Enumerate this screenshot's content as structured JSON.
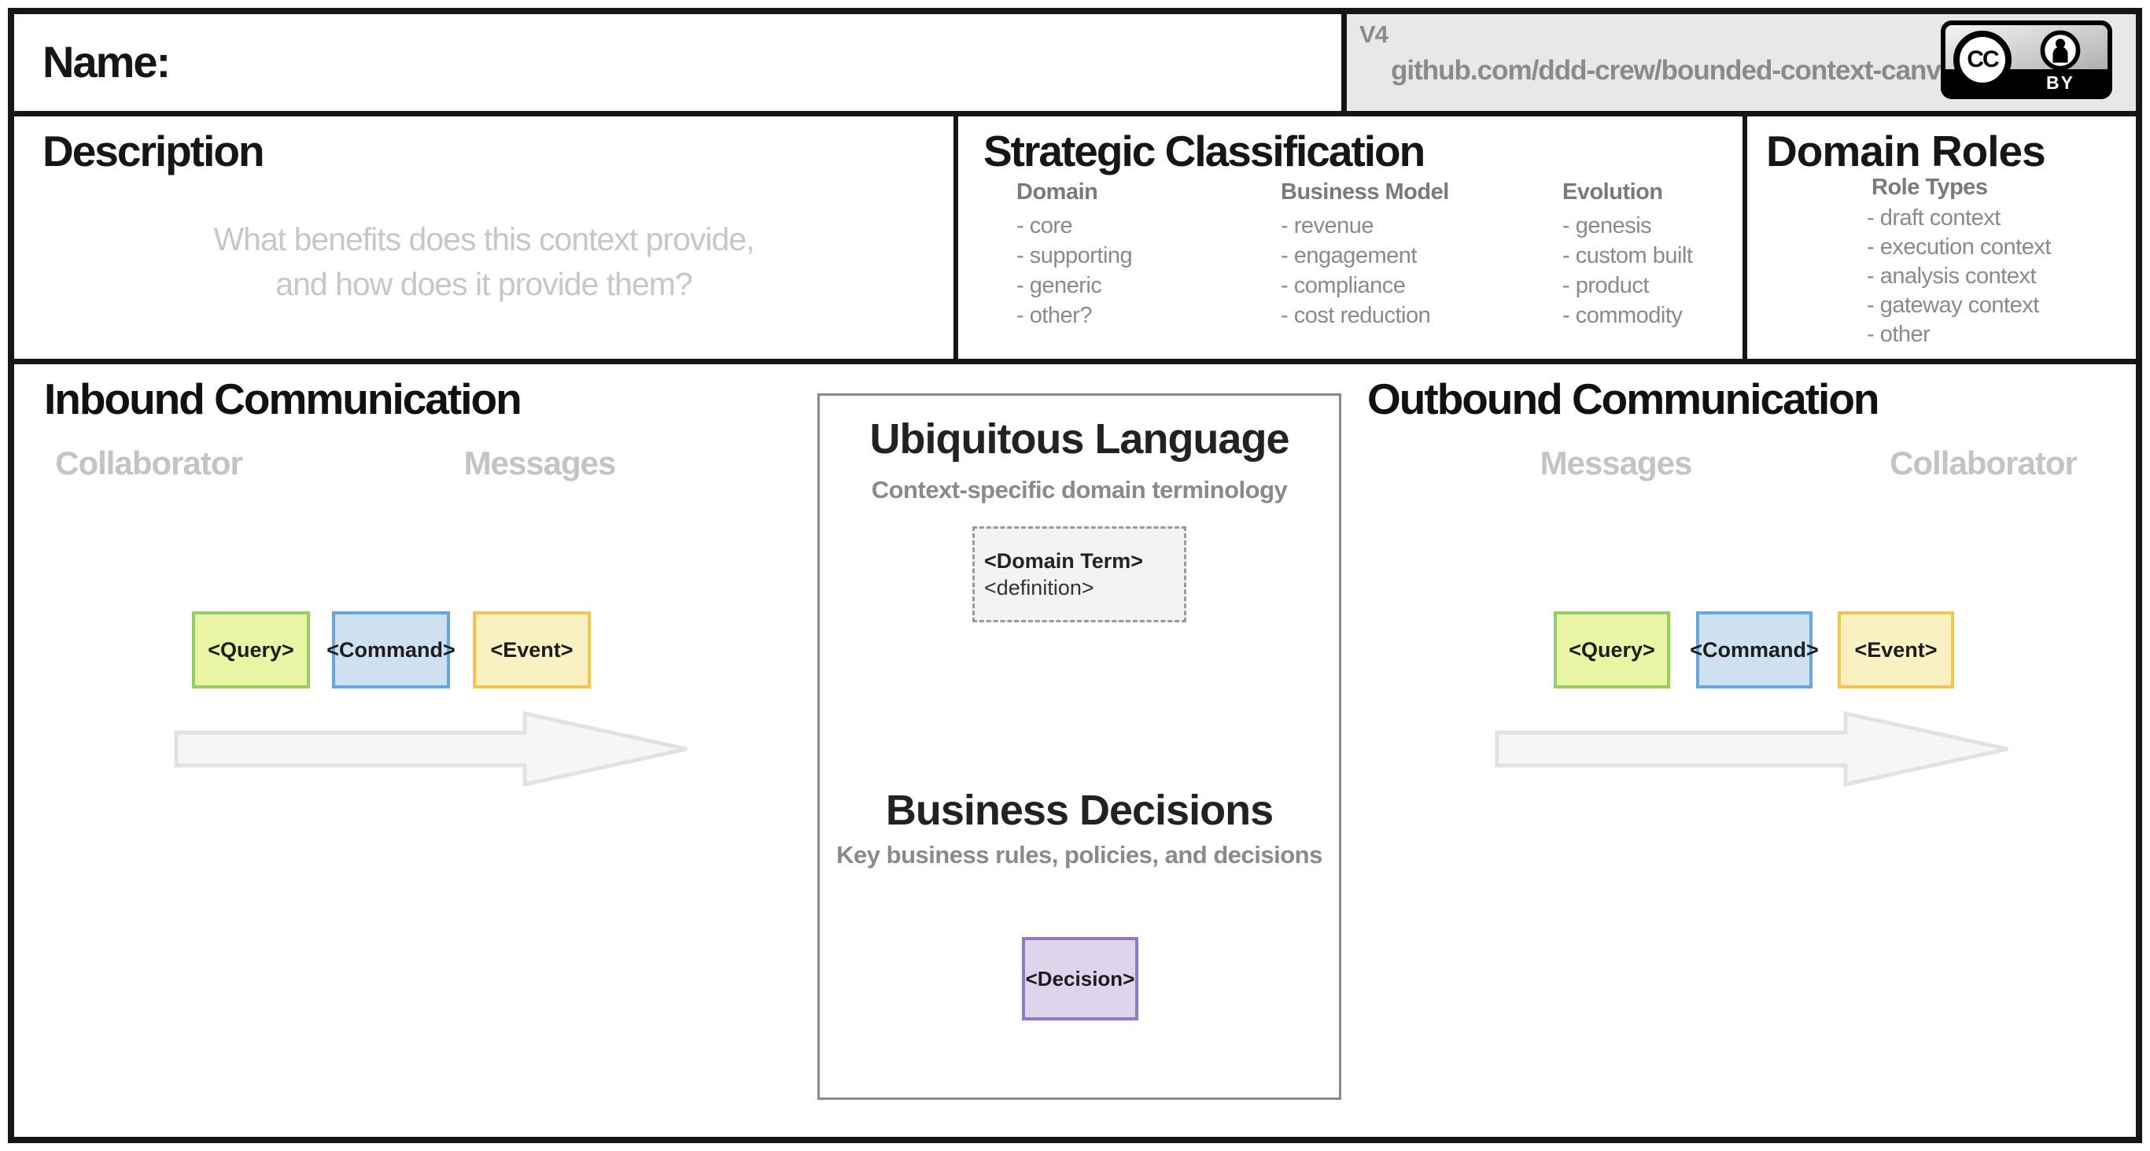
{
  "header": {
    "name_label": "Name:",
    "version": "V4",
    "repo_url": "github.com/ddd-crew/bounded-context-canvas",
    "license": {
      "cc_label": "CC",
      "by_label": "BY"
    }
  },
  "description": {
    "title": "Description",
    "placeholder_line1": "What benefits does this context provide,",
    "placeholder_line2": "and how does it provide them?"
  },
  "strategic": {
    "title": "Strategic Classification",
    "columns": [
      {
        "header": "Domain",
        "items": [
          "- core",
          "- supporting",
          "- generic",
          "- other?"
        ]
      },
      {
        "header": "Business Model",
        "items": [
          "- revenue",
          "- engagement",
          "- compliance",
          "- cost reduction"
        ]
      },
      {
        "header": "Evolution",
        "items": [
          "- genesis",
          "- custom built",
          "- product",
          "- commodity"
        ]
      }
    ]
  },
  "roles": {
    "title": "Domain Roles",
    "subtitle": "Role Types",
    "items": [
      "- draft context",
      "- execution context",
      "- analysis context",
      "- gateway context",
      "- other"
    ]
  },
  "inbound": {
    "title": "Inbound Communication",
    "collaborator_label": "Collaborator",
    "messages_label": "Messages",
    "cards": [
      {
        "label": "<Query>",
        "fill": "#E9F5A5",
        "border": "#95CE62"
      },
      {
        "label": "<Command>",
        "fill": "#CFE0F1",
        "border": "#67A7DF"
      },
      {
        "label": "<Event>",
        "fill": "#FAF1C3",
        "border": "#F2C54C"
      }
    ]
  },
  "outbound": {
    "title": "Outbound Communication",
    "messages_label": "Messages",
    "collaborator_label": "Collaborator",
    "cards": [
      {
        "label": "<Query>",
        "fill": "#E9F5A5",
        "border": "#95CE62"
      },
      {
        "label": "<Command>",
        "fill": "#CFE0F1",
        "border": "#67A7DF"
      },
      {
        "label": "<Event>",
        "fill": "#FAF1C3",
        "border": "#F2C54C"
      }
    ]
  },
  "center_panel": {
    "ubiquitous_title": "Ubiquitous Language",
    "ubiquitous_subtitle": "Context-specific domain terminology",
    "domain_term": {
      "term": "<Domain Term>",
      "definition": "<definition>",
      "fill": "#F3F3F3",
      "border": "#9A9A9A"
    },
    "decisions_title": "Business Decisions",
    "decisions_subtitle": "Key business rules, policies, and decisions",
    "decision_card": {
      "label": "<Decision>",
      "fill": "#DED4EC",
      "border": "#8F7AC5"
    }
  },
  "colors": {
    "frame_border": "#161616",
    "panel_border": "#8A8A8A",
    "meta_bg": "#E8E8E8",
    "muted_text": "#8A8A8A",
    "faint_text": "#C7C7C7",
    "arrow_fill": "#F6F6F4",
    "arrow_stroke": "#E2E2E0"
  }
}
